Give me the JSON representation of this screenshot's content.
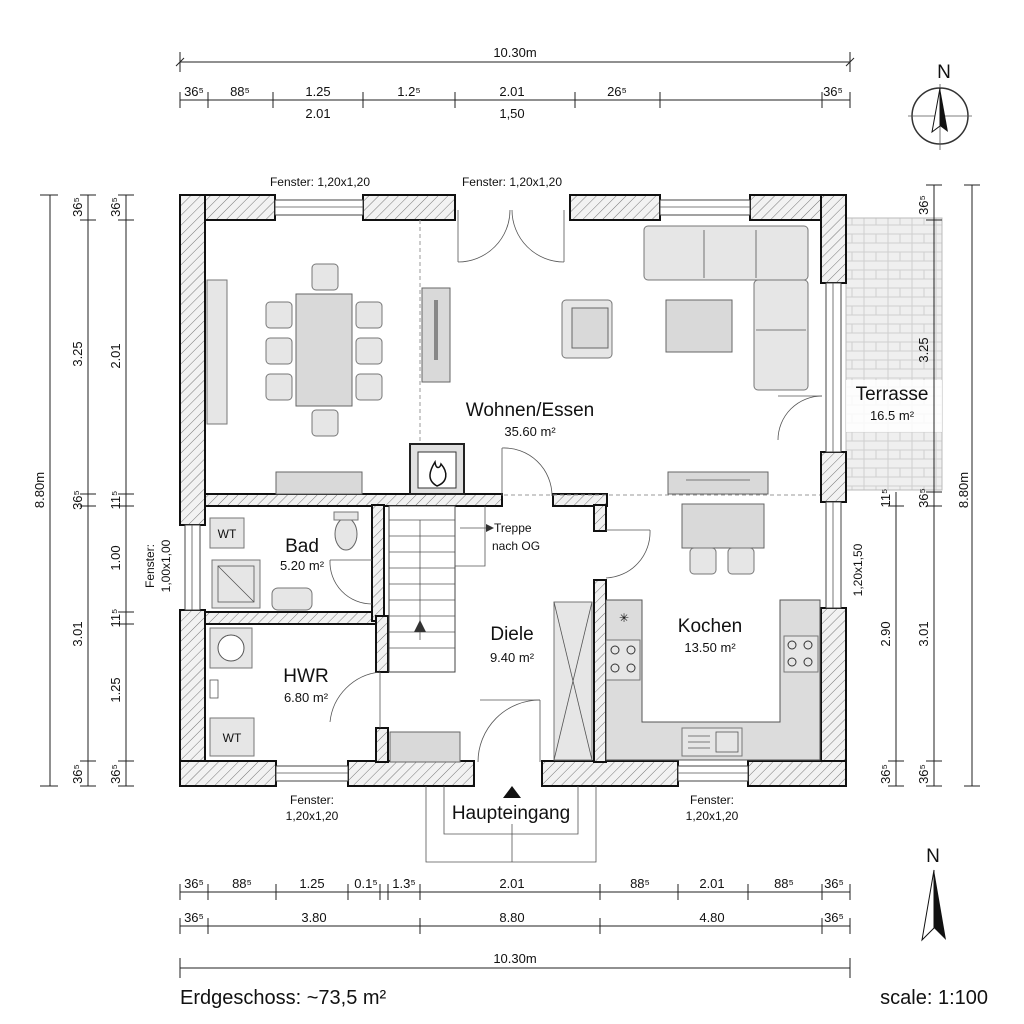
{
  "dims_top": {
    "total": "10.30m",
    "r1": [
      "36⁵",
      "88⁵",
      "1.25",
      "1.2⁵",
      "2.01",
      "26⁵",
      "36⁵"
    ],
    "r2": [
      "2.01",
      "1,50"
    ]
  },
  "dims_bottom": {
    "r1": [
      "36⁵",
      "88⁵",
      "1.25",
      "0.1⁵",
      "1.3⁵",
      "2.01",
      "88⁵",
      "2.01",
      "88⁵",
      "36⁵"
    ],
    "r2": [
      "36⁵",
      "3.80",
      "8.80",
      "4.80",
      "36⁵"
    ],
    "total": "10.30m"
  },
  "dims_left": {
    "total": "8.80m",
    "outer": [
      "36⁵",
      "3.25",
      "36⁵",
      "3.01",
      "36⁵"
    ],
    "inner": [
      "36⁵",
      "2.01",
      "11⁵",
      "1.00",
      "11⁵",
      "1.25",
      "36⁵"
    ]
  },
  "dims_right": {
    "total": "8.80m",
    "outer": [
      "36⁵",
      "3.25",
      "11⁵",
      "3.01",
      "36⁵"
    ],
    "inner": [
      "36⁵",
      "2.90",
      "36⁵"
    ],
    "window": "1,20x1,50"
  },
  "windows": {
    "top_left": "Fenster: 1,20x1,20",
    "top_mid": "Fenster: 1,20x1,20",
    "left_1": "Fenster:",
    "left_2": "1,00x1,00",
    "bottom_left_1": "Fenster:",
    "bottom_left_2": "1,20x1,20",
    "bottom_right_1": "Fenster:",
    "bottom_right_2": "1,20x1,20"
  },
  "rooms": {
    "wohnen": {
      "name": "Wohnen/Essen",
      "area": "35.60 m²"
    },
    "bad": {
      "name": "Bad",
      "area": "5.20 m²"
    },
    "hwr": {
      "name": "HWR",
      "area": "6.80 m²"
    },
    "diele": {
      "name": "Diele",
      "area": "9.40 m²"
    },
    "kochen": {
      "name": "Kochen",
      "area": "13.50 m²"
    },
    "terrasse": {
      "name": "Terrasse",
      "area": "16.5 m²"
    }
  },
  "stairs": {
    "line1": "Treppe",
    "line2": "nach OG"
  },
  "fixtures": {
    "wt1": "WT",
    "wt2": "WT"
  },
  "entrance": "Haupteingang",
  "north": "N",
  "footer": {
    "title": "Erdgeschoss: ~73,5 m²",
    "scale": "scale: 1:100"
  }
}
